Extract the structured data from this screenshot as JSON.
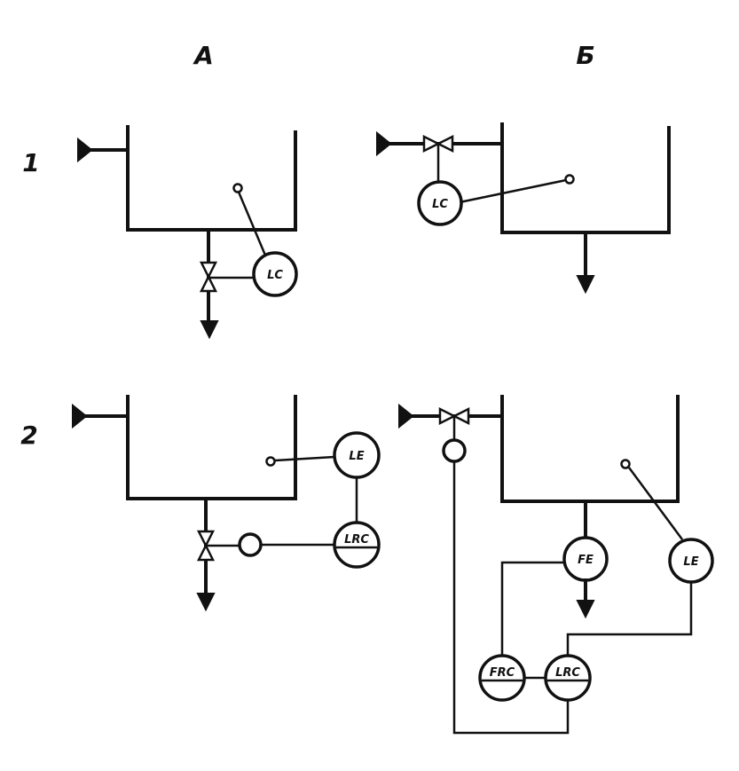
{
  "columns": {
    "a": "А",
    "b": "Б"
  },
  "rows": {
    "r1": "1",
    "r2": "2"
  },
  "instruments": {
    "a1_lc": "LC",
    "b1_lc": "LC",
    "a2_le": "LE",
    "a2_lrc": "LRC",
    "b2_fe": "FE",
    "b2_le": "LE",
    "b2_frc": "FRC",
    "b2_lrc": "LRC"
  }
}
